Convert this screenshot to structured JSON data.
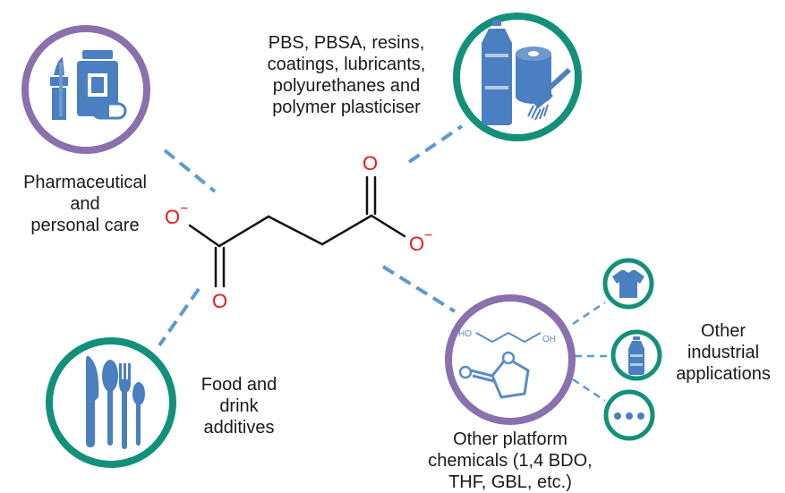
{
  "colors": {
    "purple_ring": "#8a70ac",
    "teal_ring": "#13907a",
    "icon_blue": "#4a7fc1",
    "dash_blue": "#5b9bd5",
    "oxygen_red": "#e8191e",
    "bond_black": "#111111"
  },
  "molecule": {
    "oxygen_symbol": "O",
    "charge_symbol": "−"
  },
  "applications": {
    "pharma": {
      "icon": "medicine-bottle-lipstick-pill-icon",
      "lines": [
        "Pharmaceutical",
        "and",
        "personal care"
      ]
    },
    "polymers": {
      "icon": "plastic-bottle-roll-brush-icon",
      "lines": [
        "PBS, PBSA, resins,",
        "coatings, lubricants,",
        "polyurethanes and",
        "polymer plasticiser"
      ]
    },
    "food": {
      "icon": "cutlery-icon",
      "lines": [
        "Food and",
        "drink",
        "additives"
      ]
    },
    "platform": {
      "icon": "bdo-gbl-structure-icon",
      "ho_label": "HO",
      "oh_label": "OH",
      "lines": [
        "Other platform",
        "chemicals (1,4 BDO,",
        "THF, GBL, etc.)"
      ]
    },
    "industrial": {
      "icons": [
        "tshirt-icon",
        "bottle-icon",
        "more-dots-icon"
      ],
      "lines": [
        "Other",
        "industrial",
        "applications"
      ]
    }
  }
}
